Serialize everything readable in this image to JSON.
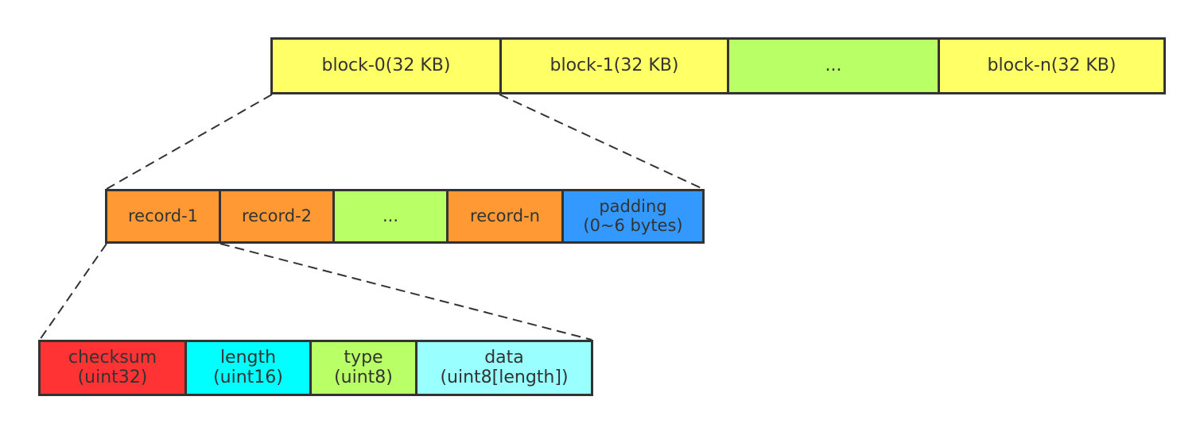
{
  "blocks": {
    "items": [
      {
        "label": "block-0(32 KB)",
        "color": "#ffff66"
      },
      {
        "label": "block-1(32 KB)",
        "color": "#ffff66"
      },
      {
        "label": "...",
        "color": "#b9ff66"
      },
      {
        "label": "block-n(32 KB)",
        "color": "#ffff66"
      }
    ]
  },
  "records": {
    "items": [
      {
        "label": "record-1",
        "color": "#ff9933"
      },
      {
        "label": "record-2",
        "color": "#ff9933"
      },
      {
        "label": "...",
        "color": "#b9ff66"
      },
      {
        "label": "record-n",
        "color": "#ff9933"
      },
      {
        "label": "padding",
        "sublabel": "(0~6 bytes)",
        "color": "#3399ff"
      }
    ]
  },
  "fields": {
    "items": [
      {
        "label": "checksum",
        "sublabel": "(uint32)",
        "color": "#ff3333"
      },
      {
        "label": "length",
        "sublabel": "(uint16)",
        "color": "#00ffff"
      },
      {
        "label": "type",
        "sublabel": "(uint8)",
        "color": "#b9ff66"
      },
      {
        "label": "data",
        "sublabel": "(uint8[length])",
        "color": "#99ffff"
      }
    ]
  }
}
